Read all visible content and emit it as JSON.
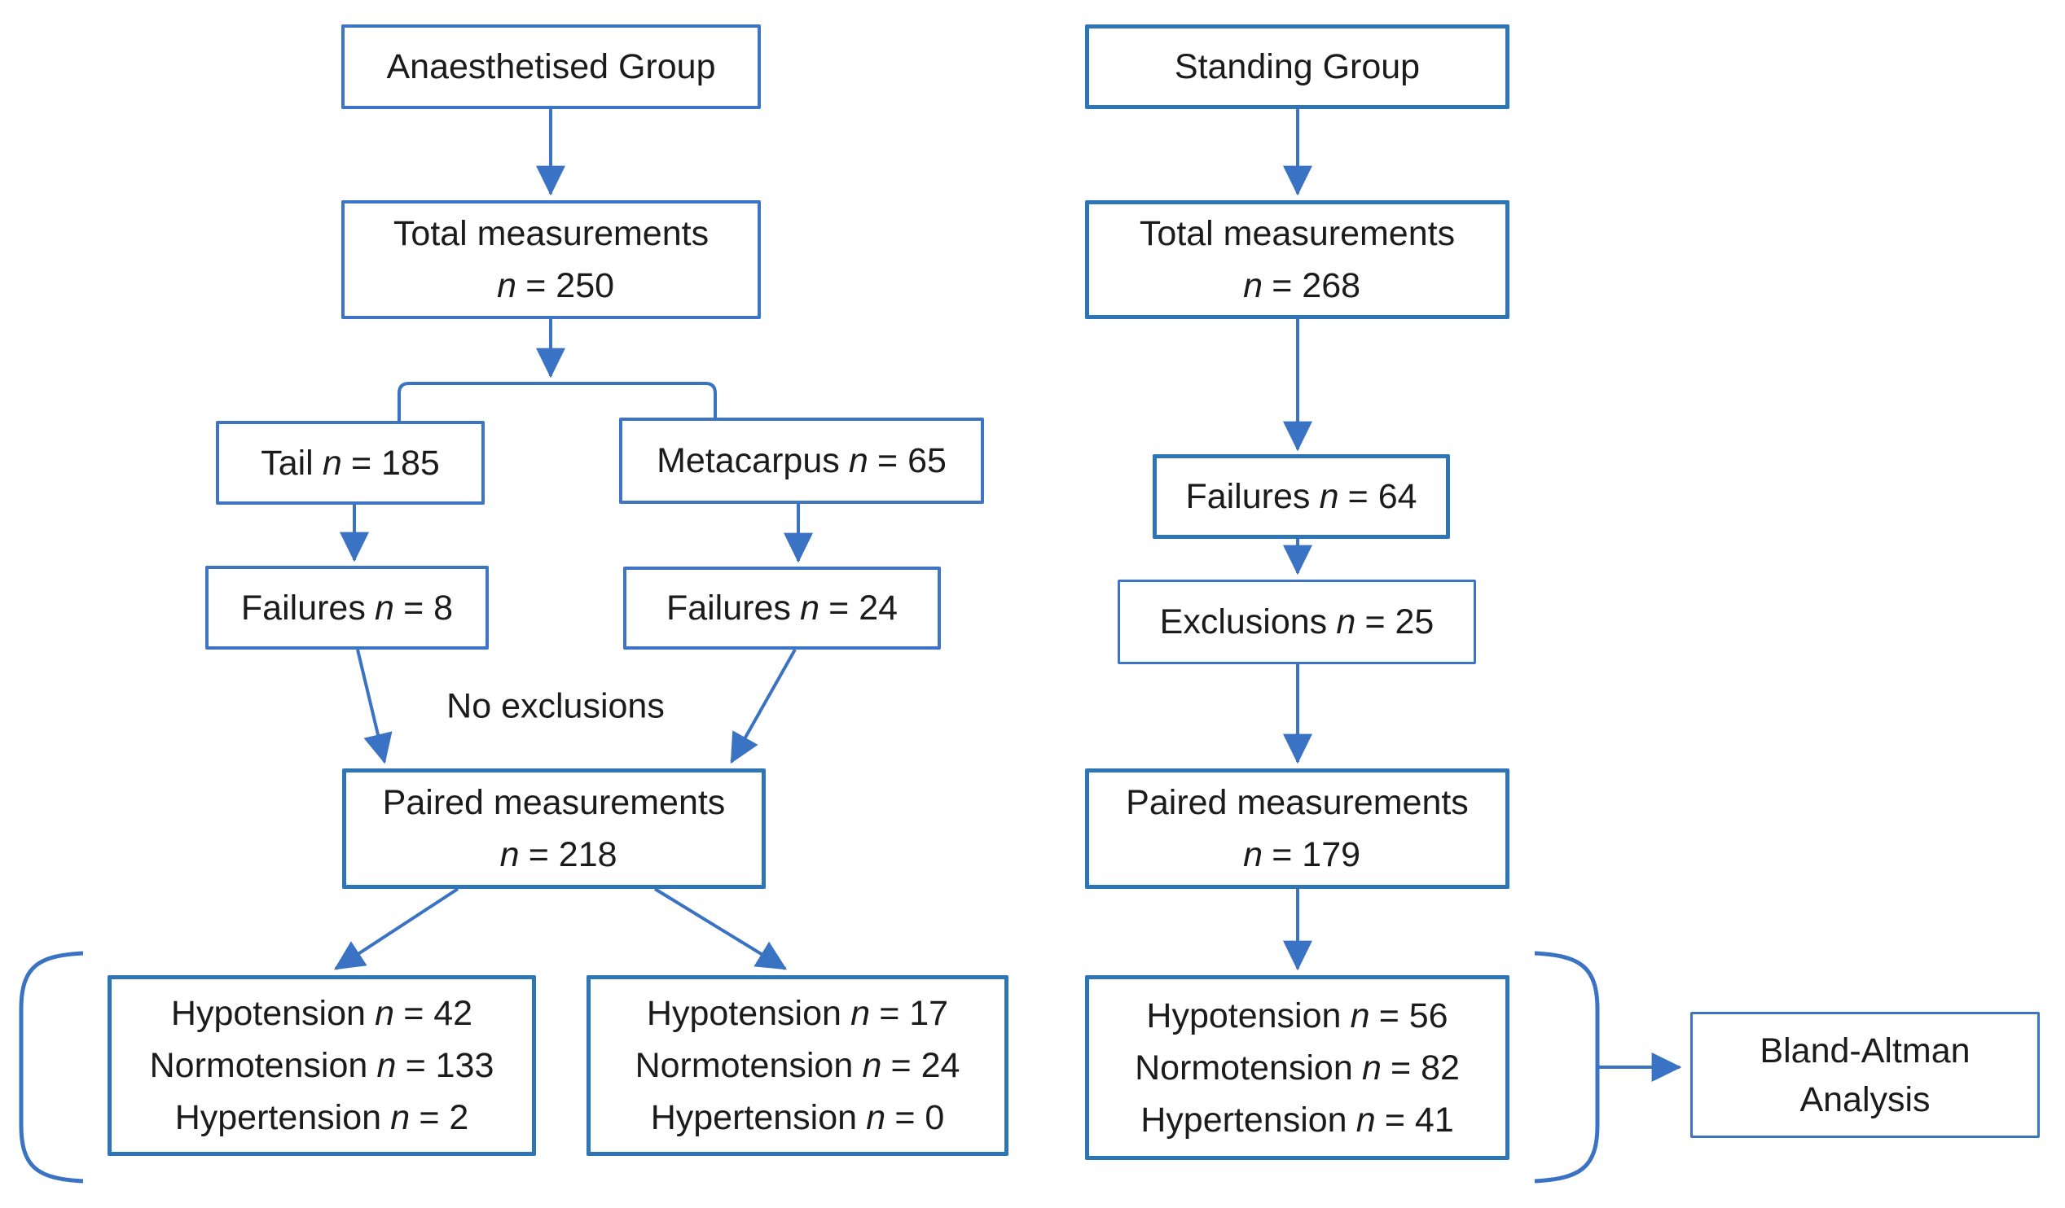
{
  "colors": {
    "border_strong": "#2E75B6",
    "border_light": "#3E74C6",
    "arrow": "#3A72C4",
    "text": "#1b1b1b",
    "background": "#ffffff"
  },
  "labels": {
    "no_exclusions": "No exclusions"
  },
  "anaesthetised": {
    "group": "Anaesthetised Group",
    "total": {
      "title": "Total measurements",
      "n": "n",
      "value": "= 250"
    },
    "tail": {
      "pre": "Tail",
      "n": "n",
      "value": "= 185"
    },
    "metacarpus": {
      "pre": "Metacarpus",
      "n": "n",
      "value": "= 65"
    },
    "tail_failures": {
      "pre": "Failures",
      "n": "n",
      "value": "= 8"
    },
    "metacarpus_failures": {
      "pre": "Failures",
      "n": "n",
      "value": "= 24"
    },
    "paired": {
      "title": "Paired measurements",
      "n": "n",
      "value": "= 218"
    },
    "tail_outcomes": [
      {
        "pre": "Hypotension",
        "n": "n",
        "value": "= 42"
      },
      {
        "pre": "Normotension",
        "n": "n",
        "value": "= 133"
      },
      {
        "pre": "Hypertension",
        "n": "n",
        "value": "= 2"
      }
    ],
    "metacarpus_outcomes": [
      {
        "pre": "Hypotension",
        "n": "n",
        "value": "= 17"
      },
      {
        "pre": "Normotension",
        "n": "n",
        "value": "= 24"
      },
      {
        "pre": "Hypertension",
        "n": "n",
        "value": "= 0"
      }
    ]
  },
  "standing": {
    "group": "Standing Group",
    "total": {
      "title": "Total measurements",
      "n": "n",
      "value": "= 268"
    },
    "failures": {
      "pre": "Failures",
      "n": "n",
      "value": "= 64"
    },
    "exclusions": {
      "pre": "Exclusions",
      "n": "n",
      "value": "= 25"
    },
    "paired": {
      "title": "Paired measurements",
      "n": "n",
      "value": "= 179"
    },
    "outcomes": [
      {
        "pre": "Hypotension",
        "n": "n",
        "value": "= 56"
      },
      {
        "pre": "Normotension",
        "n": "n",
        "value": "= 82"
      },
      {
        "pre": "Hypertension",
        "n": "n",
        "value": "= 41"
      }
    ]
  },
  "analysis": {
    "line1": "Bland-Altman",
    "line2": "Analysis"
  }
}
